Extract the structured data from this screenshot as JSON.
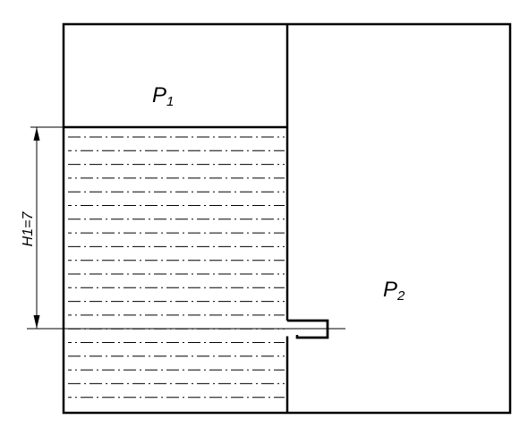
{
  "diagram": {
    "labels": {
      "p1_main": "P",
      "p1_sub": "1",
      "p2_main": "P",
      "p2_sub": "2",
      "height": "H1=7"
    },
    "colors": {
      "stroke": "#000000",
      "background": "#ffffff"
    }
  }
}
